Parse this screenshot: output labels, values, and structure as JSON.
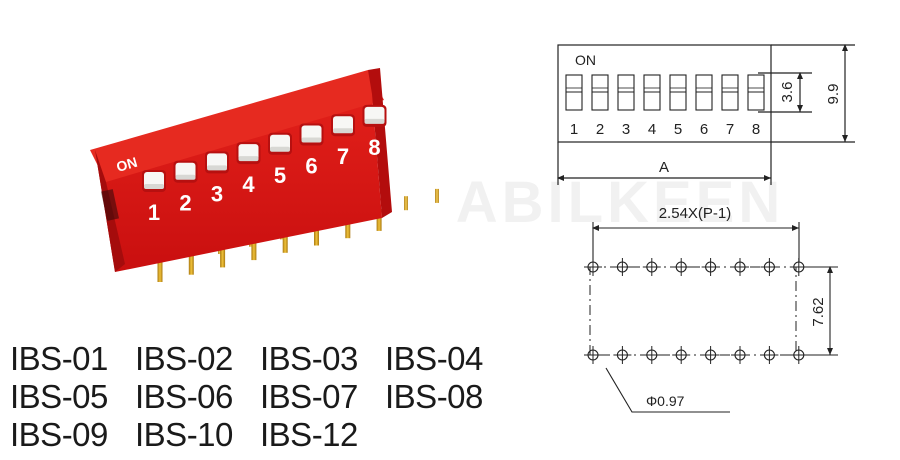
{
  "watermark": "ABILKEEN",
  "photo": {
    "on_label": "ON",
    "switch_numbers": [
      "1",
      "2",
      "3",
      "4",
      "5",
      "6",
      "7",
      "8"
    ],
    "body_color": "#e21b1b",
    "actuator_color": "#f7f7f5",
    "pin_color": "#d9a21e"
  },
  "top_view": {
    "on_label": "ON",
    "switch_numbers": [
      "1",
      "2",
      "3",
      "4",
      "5",
      "6",
      "7",
      "8"
    ],
    "dim_height_small": "3.6",
    "dim_height_total": "9.9",
    "dim_width": "A"
  },
  "pin_layout": {
    "pitch_label": "2.54X(P-1)",
    "row_spacing": "7.62",
    "hole_diameter": "Φ0.97"
  },
  "models": [
    [
      "IBS-01",
      "IBS-02",
      "IBS-03",
      "IBS-04"
    ],
    [
      "IBS-05",
      "IBS-06",
      "IBS-07",
      "IBS-08"
    ],
    [
      "IBS-09",
      "IBS-10",
      "IBS-12"
    ]
  ]
}
